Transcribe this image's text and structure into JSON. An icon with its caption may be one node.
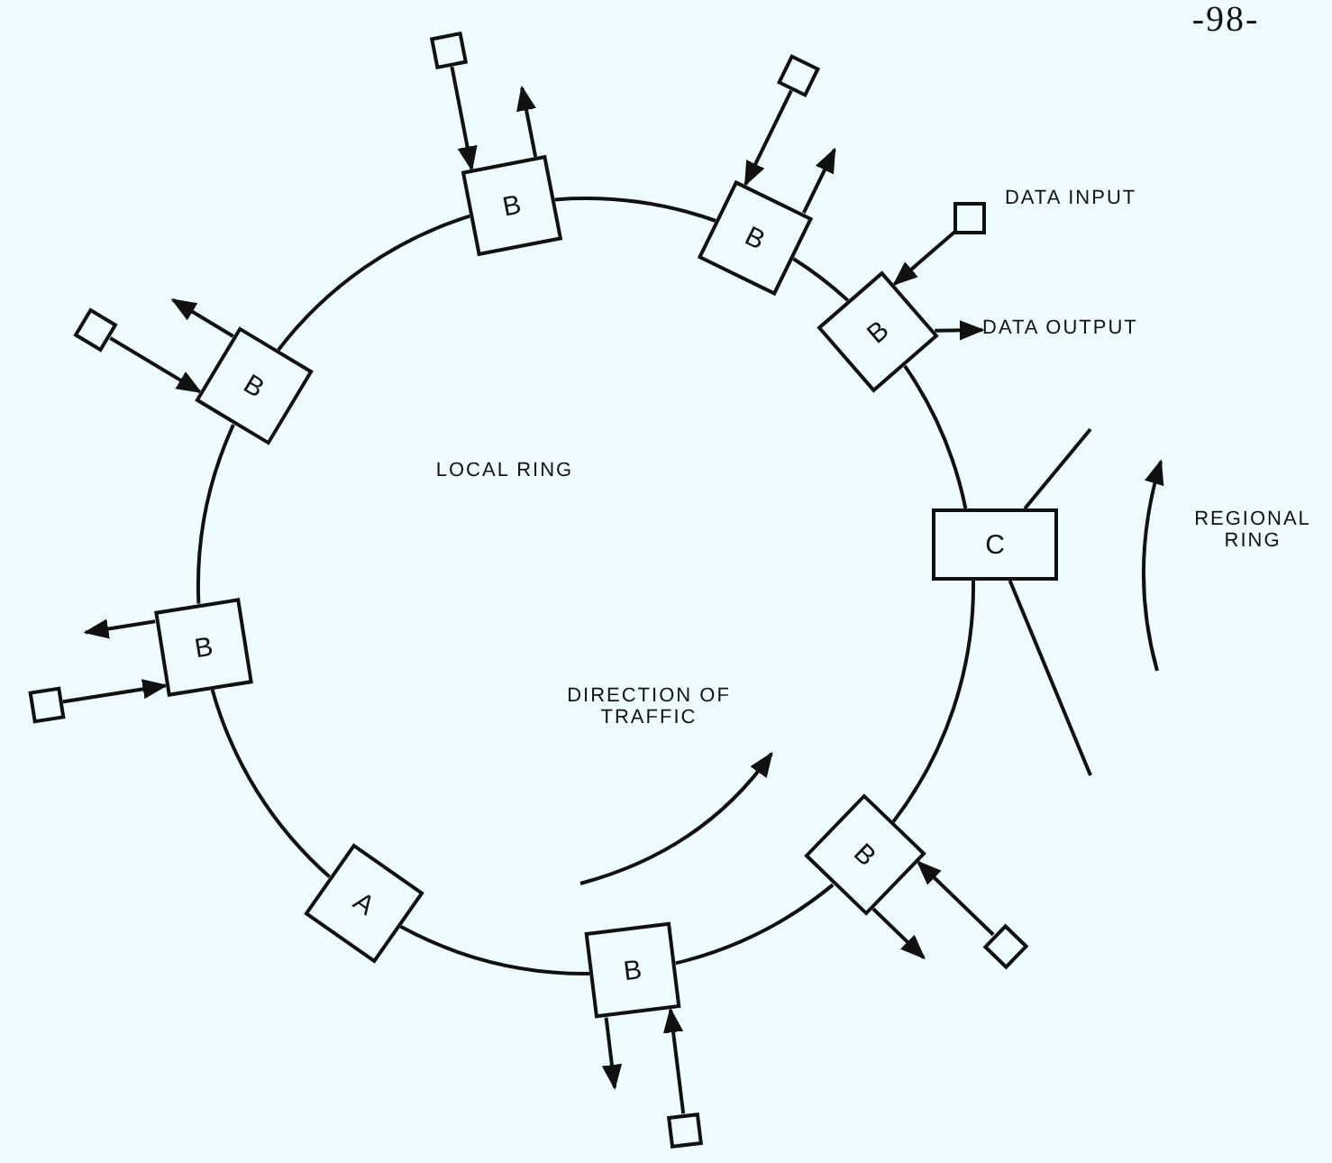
{
  "diagram": {
    "nodes": [
      {
        "text": [],
        "shape": "box"
      },
      {
        "text": [],
        "shape": "box"
      },
      {
        "text": [
          "B"
        ]
      },
      {
        "text": [
          "B"
        ]
      },
      {
        "text": [],
        "shape": "box",
        "beside": [
          "DATA INPUT"
        ]
      },
      {
        "text": [
          "DATA OUTPUT"
        ]
      },
      {
        "text": [
          "B"
        ]
      },
      {
        "text": [],
        "shape": "box"
      },
      {
        "text": [
          "B"
        ]
      },
      {
        "text": [
          "C"
        ]
      },
      {
        "text": [
          "B"
        ]
      },
      {
        "text": [],
        "shape": "box"
      },
      {
        "text": [
          "B"
        ]
      },
      {
        "text": [
          "A"
        ]
      },
      {
        "text": [],
        "shape": "box"
      },
      {
        "text": [
          "B"
        ]
      },
      {
        "text": [],
        "shape": "box"
      }
    ],
    "edges": [
      {
        "from": 2,
        "to": 3,
        "arrow": "none"
      },
      {
        "from": 3,
        "to": 6,
        "arrow": "none"
      },
      {
        "from": 6,
        "to": 9,
        "arrow": "none"
      },
      {
        "from": 9,
        "to": 12,
        "arrow": "none"
      },
      {
        "from": 12,
        "to": 15,
        "arrow": "none"
      },
      {
        "from": 15,
        "to": 13,
        "arrow": "none"
      },
      {
        "from": 13,
        "to": 10,
        "arrow": "none"
      },
      {
        "from": 10,
        "to": 8,
        "arrow": "none"
      },
      {
        "from": 8,
        "to": 2,
        "arrow": "none"
      },
      {
        "from": null,
        "to": 9,
        "arrow": "none"
      },
      {
        "from": 9,
        "to": null,
        "arrow": "none"
      },
      {
        "from": 0,
        "to": 2,
        "arrow": "to"
      },
      {
        "from": 2,
        "to": null,
        "arrow": "to"
      },
      {
        "from": 1,
        "to": 3,
        "arrow": "to"
      },
      {
        "from": 3,
        "to": null,
        "arrow": "to"
      },
      {
        "from": 4,
        "to": 6,
        "arrow": "to"
      },
      {
        "from": 6,
        "to": 5,
        "arrow": "to"
      },
      {
        "from": 7,
        "to": 8,
        "arrow": "to"
      },
      {
        "from": 8,
        "to": null,
        "arrow": "to"
      },
      {
        "from": 11,
        "to": 10,
        "arrow": "to"
      },
      {
        "from": 10,
        "to": null,
        "arrow": "to"
      },
      {
        "from": 14,
        "to": 12,
        "arrow": "to"
      },
      {
        "from": 12,
        "to": null,
        "arrow": "to"
      },
      {
        "from": 16,
        "to": 15,
        "arrow": "to"
      },
      {
        "from": 15,
        "to": null,
        "arrow": "to"
      }
    ],
    "labels": [
      "-98-",
      "LOCAL RING",
      "REGIONAL RING",
      "DIRECTION OF TRAFFIC"
    ]
  }
}
